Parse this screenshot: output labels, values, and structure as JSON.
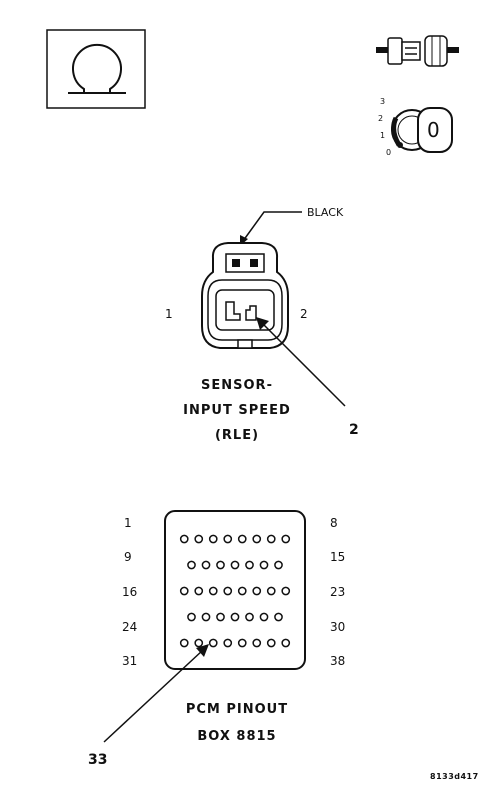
{
  "ohm_symbol": {
    "icon": "ohm-meter-icon"
  },
  "connector_icon": {
    "icon": "connector-disconnect-icon"
  },
  "ignition_icon": {
    "icon": "ignition-key-icon",
    "positions": [
      "3",
      "2",
      "1",
      "0"
    ],
    "key_label": "0"
  },
  "sensor_connector": {
    "wire_color": "BLACK",
    "pin_left": "1",
    "pin_right": "2",
    "title_lines": [
      "SENSOR-",
      "INPUT SPEED",
      "(RLE)"
    ],
    "callout": "2"
  },
  "pcm_pinout": {
    "left_labels": [
      "1",
      "9",
      "16",
      "24",
      "31"
    ],
    "right_labels": [
      "8",
      "15",
      "23",
      "30",
      "38"
    ],
    "row_pin_counts": [
      8,
      7,
      8,
      7,
      8
    ],
    "title_lines": [
      "PCM PINOUT",
      "BOX 8815"
    ],
    "callout": "33"
  },
  "figure_code": "8133d417"
}
